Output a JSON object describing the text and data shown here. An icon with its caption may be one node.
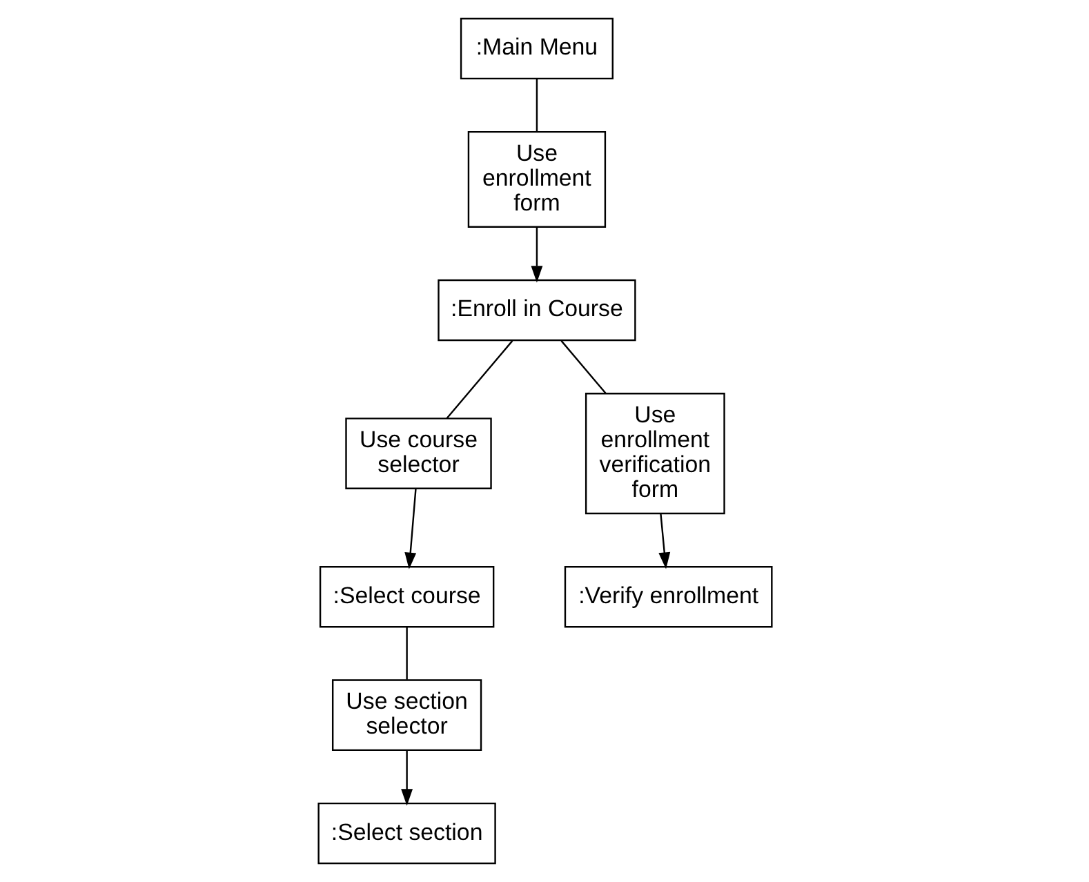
{
  "diagram": {
    "nodes": [
      {
        "text": [
          ":Main Menu"
        ]
      },
      {
        "text": [
          "Use enrollment form"
        ]
      },
      {
        "text": [
          ":Select course"
        ]
      },
      {
        "text": [
          "Use course selector"
        ]
      },
      {
        "text": [
          "Use section selector"
        ]
      },
      {
        "text": [
          ":Enroll in Course"
        ]
      },
      {
        "text": [
          ":Select section"
        ]
      },
      {
        "text": [
          "Use enrollment verification form"
        ]
      },
      {
        "text": [
          ":Verify enrollment"
        ]
      }
    ],
    "edges": [
      {
        "from": 0,
        "to": 1,
        "arrow": "none"
      },
      {
        "from": 1,
        "to": 5,
        "arrow": "to"
      },
      {
        "from": 5,
        "to": 3,
        "arrow": "none"
      },
      {
        "from": 3,
        "to": 2,
        "arrow": "to"
      },
      {
        "from": 2,
        "to": 4,
        "arrow": "none"
      },
      {
        "from": 4,
        "to": 6,
        "arrow": "to"
      },
      {
        "from": 5,
        "to": 7,
        "arrow": "none"
      },
      {
        "from": 7,
        "to": 8,
        "arrow": "to"
      }
    ]
  }
}
